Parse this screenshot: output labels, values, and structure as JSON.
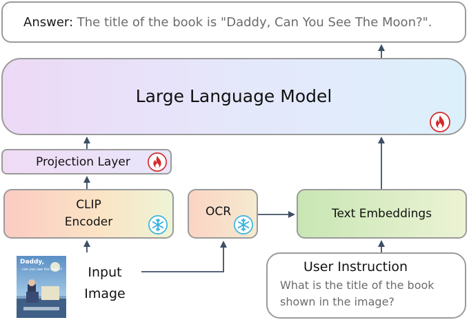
{
  "answer": {
    "label": "Answer:",
    "text": "The title of the book is \"Daddy, Can You See The Moon?\"."
  },
  "llm": {
    "label": "Large Language Model",
    "status_icon": "fire-icon"
  },
  "projection": {
    "label": "Projection Layer",
    "status_icon": "fire-icon"
  },
  "clip": {
    "line1": "CLIP",
    "line2": "Encoder",
    "status_icon": "snowflake-icon"
  },
  "ocr": {
    "label": "OCR",
    "status_icon": "snowflake-icon"
  },
  "text_embeddings": {
    "label": "Text Embeddings"
  },
  "input_image": {
    "line1": "Input",
    "line2": "Image",
    "thumbnail": {
      "cover_title": "Daddy,",
      "cover_subtitle": "can you see the moon?"
    }
  },
  "user_instruction": {
    "title": "User Instruction",
    "question_line1": "What is the title of the book",
    "question_line2": "shown in the image?"
  },
  "colors": {
    "arrow": "#3e4f66",
    "fire": "#d42a2a",
    "snowflake": "#39b3e0",
    "border": "#9a9a9a"
  }
}
